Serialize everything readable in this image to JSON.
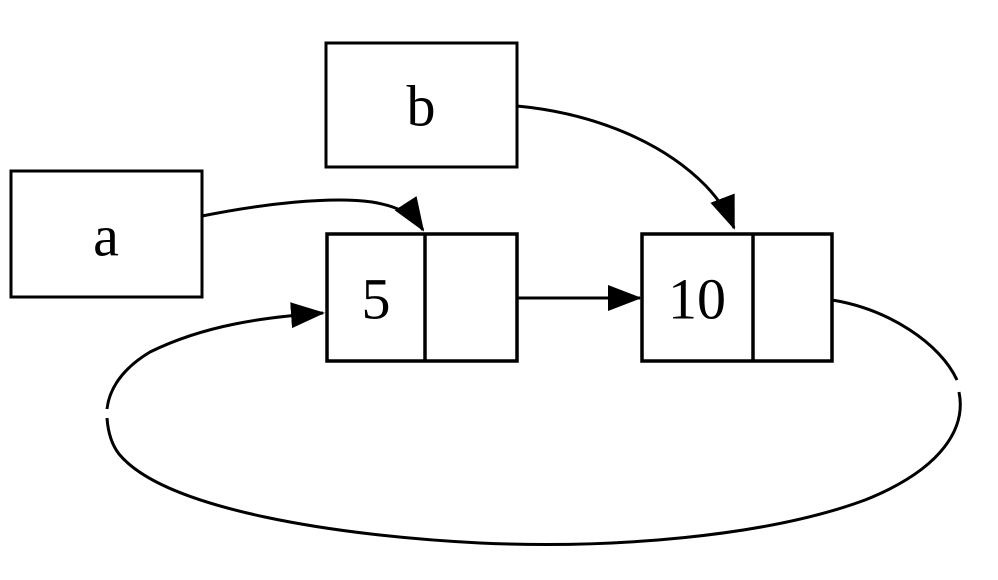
{
  "diagram": {
    "type": "linked-list-with-cycle",
    "colors": {
      "background": "#ffffff",
      "line": "#000000",
      "text": "#000000"
    },
    "vars": {
      "a": {
        "label": "a"
      },
      "b": {
        "label": "b"
      }
    },
    "nodes": {
      "n5": {
        "value": "5",
        "next_cell": ""
      },
      "n10": {
        "value": "10",
        "next_cell": ""
      }
    },
    "edges": [
      {
        "from": "a",
        "to": "n5",
        "style": "curved",
        "enters": "top-of-divider"
      },
      {
        "from": "b",
        "to": "n10",
        "style": "curved",
        "enters": "top"
      },
      {
        "from": "n5",
        "to": "n10",
        "style": "straight",
        "enters": "left"
      },
      {
        "from": "n10",
        "to": "n5",
        "style": "large-bottom-loop",
        "enters": "left",
        "note": "cycle back edge with two small stroke gaps"
      }
    ]
  }
}
